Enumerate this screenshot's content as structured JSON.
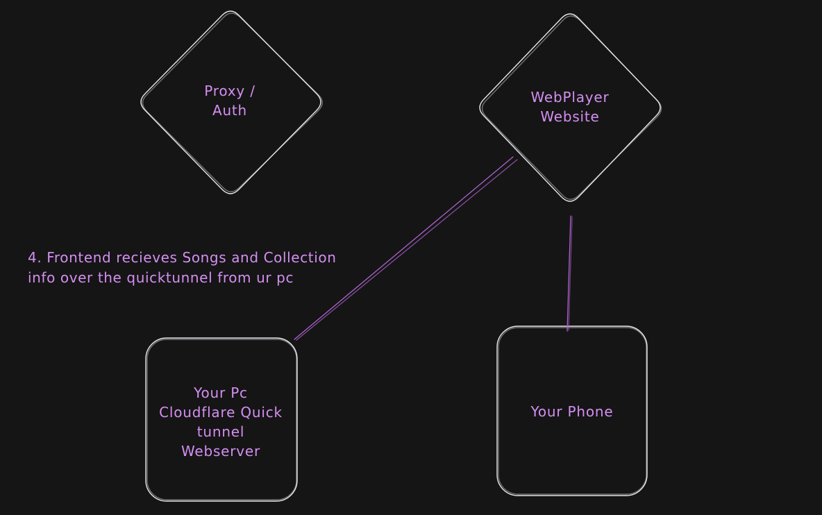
{
  "diagram": {
    "nodes": {
      "proxy_auth": {
        "label": "Proxy /\nAuth",
        "shape": "diamond"
      },
      "webplayer": {
        "label": "WebPlayer\nWebsite",
        "shape": "diamond"
      },
      "your_pc": {
        "label": "Your Pc\nCloudflare Quick\ntunnel\nWebserver",
        "shape": "rounded-rect"
      },
      "your_phone": {
        "label": "Your Phone",
        "shape": "rounded-rect"
      }
    },
    "edges": [
      {
        "from": "webplayer",
        "to": "your_pc"
      },
      {
        "from": "webplayer",
        "to": "your_phone"
      }
    ],
    "annotation": "4. Frontend recieves Songs and Collection\ninfo over the quicktunnel from ur pc"
  },
  "colors": {
    "background": "#151515",
    "shape-stroke": "#e8e8ed",
    "text-accent": "#d48ff2",
    "edge-stroke": "#ad63cf"
  }
}
